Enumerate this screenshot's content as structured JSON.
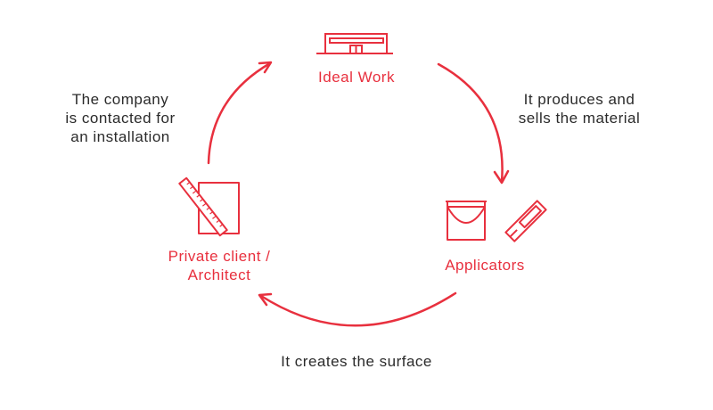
{
  "colors": {
    "accent": "#e8303e",
    "text": "#2b2b2b",
    "background": "#ffffff"
  },
  "nodes": {
    "ideal_work": {
      "label": "Ideal Work",
      "icon": "factory-building-icon"
    },
    "applicators": {
      "label": "Applicators",
      "icon": "paint-bucket-and-trowel-icon"
    },
    "client": {
      "label_line1": "Private client /",
      "label_line2": "Architect",
      "icon": "ruler-and-paper-icon"
    }
  },
  "edges": {
    "top_right": {
      "line1": "It produces and",
      "line2": "sells the material"
    },
    "bottom": {
      "text": "It creates the surface"
    },
    "top_left": {
      "line1": "The company",
      "line2": "is contacted for",
      "line3": "an installation"
    }
  }
}
